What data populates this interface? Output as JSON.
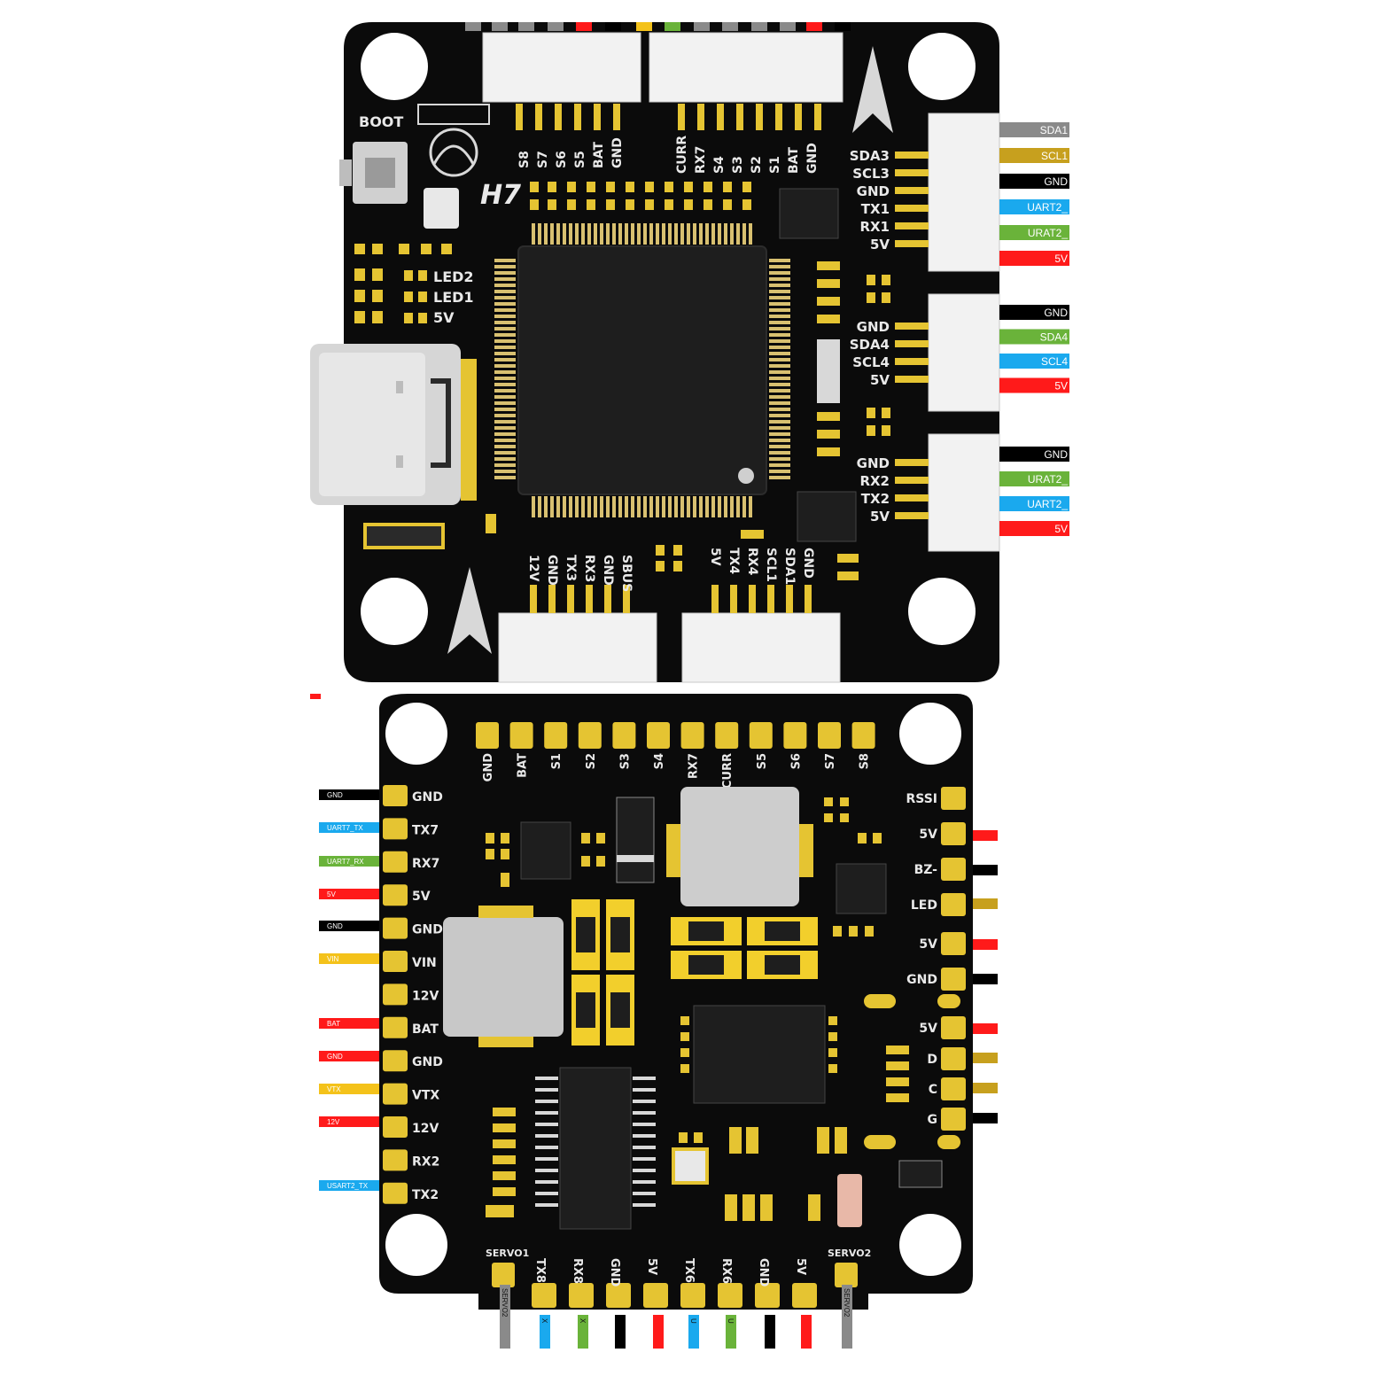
{
  "colors": {
    "pcb": "#0b0b0b",
    "pad": "#e5c432",
    "connector": "#f2f2f2",
    "silkscreen": "#e9e9e9",
    "chip": "#1e1e1e",
    "wire_black": "#000000",
    "wire_red": "#ff1a1a",
    "wire_blue": "#1aa9ee",
    "wire_green": "#6ab33a",
    "wire_yellow": "#f4c21a",
    "wire_gray": "#8a8a8a",
    "wire_gold": "#c7a01e"
  },
  "top_board": {
    "logo_text": "H7",
    "boot_label": "BOOT",
    "top_left_pins": [
      "S8",
      "S7",
      "S6",
      "S5",
      "BAT",
      "GND"
    ],
    "top_right_pins": [
      "CURR",
      "RX7",
      "S4",
      "S3",
      "S2",
      "S1",
      "BAT",
      "GND"
    ],
    "left_leds": [
      "LED2",
      "LED1",
      "5V"
    ],
    "right_connector_1": [
      "SDA3",
      "SCL3",
      "GND",
      "TX1",
      "RX1",
      "5V"
    ],
    "right_connector_2": [
      "GND",
      "SDA4",
      "SCL4",
      "5V"
    ],
    "right_connector_3": [
      "GND",
      "RX2",
      "TX2",
      "5V"
    ],
    "bottom_left_pins": [
      "12V",
      "GND",
      "TX3",
      "RX3",
      "GND",
      "SBUS"
    ],
    "bottom_right_pins": [
      "5V",
      "TX4",
      "RX4",
      "SCL1",
      "SDA1",
      "GND"
    ],
    "wires_group1": [
      {
        "label": "SDA1",
        "color": "#8a8a8a"
      },
      {
        "label": "SCL1",
        "color": "#c7a01e"
      },
      {
        "label": "GND",
        "color": "#000000"
      },
      {
        "label": "UART2_",
        "color": "#1aa9ee"
      },
      {
        "label": "URAT2_",
        "color": "#6ab33a"
      },
      {
        "label": "5V",
        "color": "#ff1a1a"
      }
    ],
    "wires_group2": [
      {
        "label": "GND",
        "color": "#000000"
      },
      {
        "label": "SDA4",
        "color": "#6ab33a"
      },
      {
        "label": "SCL4",
        "color": "#1aa9ee"
      },
      {
        "label": "5V",
        "color": "#ff1a1a"
      }
    ],
    "wires_group3": [
      {
        "label": "GND",
        "color": "#000000"
      },
      {
        "label": "URAT2_",
        "color": "#6ab33a"
      },
      {
        "label": "UART2_",
        "color": "#1aa9ee"
      },
      {
        "label": "5V",
        "color": "#ff1a1a"
      }
    ]
  },
  "bottom_board": {
    "top_pads": [
      "GND",
      "BAT",
      "S1",
      "S2",
      "S3",
      "S4",
      "RX7",
      "CURR",
      "S5",
      "S6",
      "S7",
      "S8"
    ],
    "left_pads": [
      "GND",
      "TX7",
      "RX7",
      "5V",
      "GND",
      "VIN",
      "12V",
      "BAT",
      "GND",
      "VTX",
      "12V",
      "RX2",
      "TX2"
    ],
    "right_pads": [
      "RSSI",
      "5V",
      "BZ-",
      "LED",
      "5V",
      "GND",
      "5V",
      "D",
      "C",
      "G"
    ],
    "bottom_pads": [
      "TX8",
      "RX8",
      "GND",
      "5V",
      "TX6",
      "RX6",
      "GND",
      "5V"
    ],
    "servo_left": "SERVO1",
    "servo_right": "SERVO2",
    "left_wires": [
      {
        "label": "GND",
        "color": "#000000"
      },
      {
        "label": "UART7_TX",
        "color": "#1aa9ee"
      },
      {
        "label": "UART7_RX",
        "color": "#6ab33a"
      },
      {
        "label": "5V",
        "color": "#ff1a1a"
      },
      {
        "label": "GND",
        "color": "#000000"
      },
      {
        "label": "VIN",
        "color": "#f4c21a"
      },
      {
        "label": "BAT",
        "color": "#ff1a1a"
      },
      {
        "label": "GND",
        "color": "#ff1a1a"
      },
      {
        "label": "VTX",
        "color": "#f4c21a"
      },
      {
        "label": "12V",
        "color": "#ff1a1a"
      },
      {
        "label": "USART2_TX",
        "color": "#1aa9ee"
      }
    ],
    "right_wires": [
      "#ff1a1a",
      "#000000",
      "#c7a01e",
      "#ff1a1a",
      "#000000",
      "#ff1a1a",
      "#c7a01e",
      "#c7a01e",
      "#000000"
    ],
    "bottom_wires": [
      "#8a8a8a",
      "#1aa9ee",
      "#6ab33a",
      "#000000",
      "#ff1a1a",
      "#1aa9ee",
      "#6ab33a",
      "#000000",
      "#ff1a1a",
      "#8a8a8a"
    ],
    "bottom_wire_labels": [
      "SERVO2",
      "X",
      "X",
      "",
      "",
      "U",
      "U",
      "",
      "",
      "SERVO2"
    ]
  }
}
